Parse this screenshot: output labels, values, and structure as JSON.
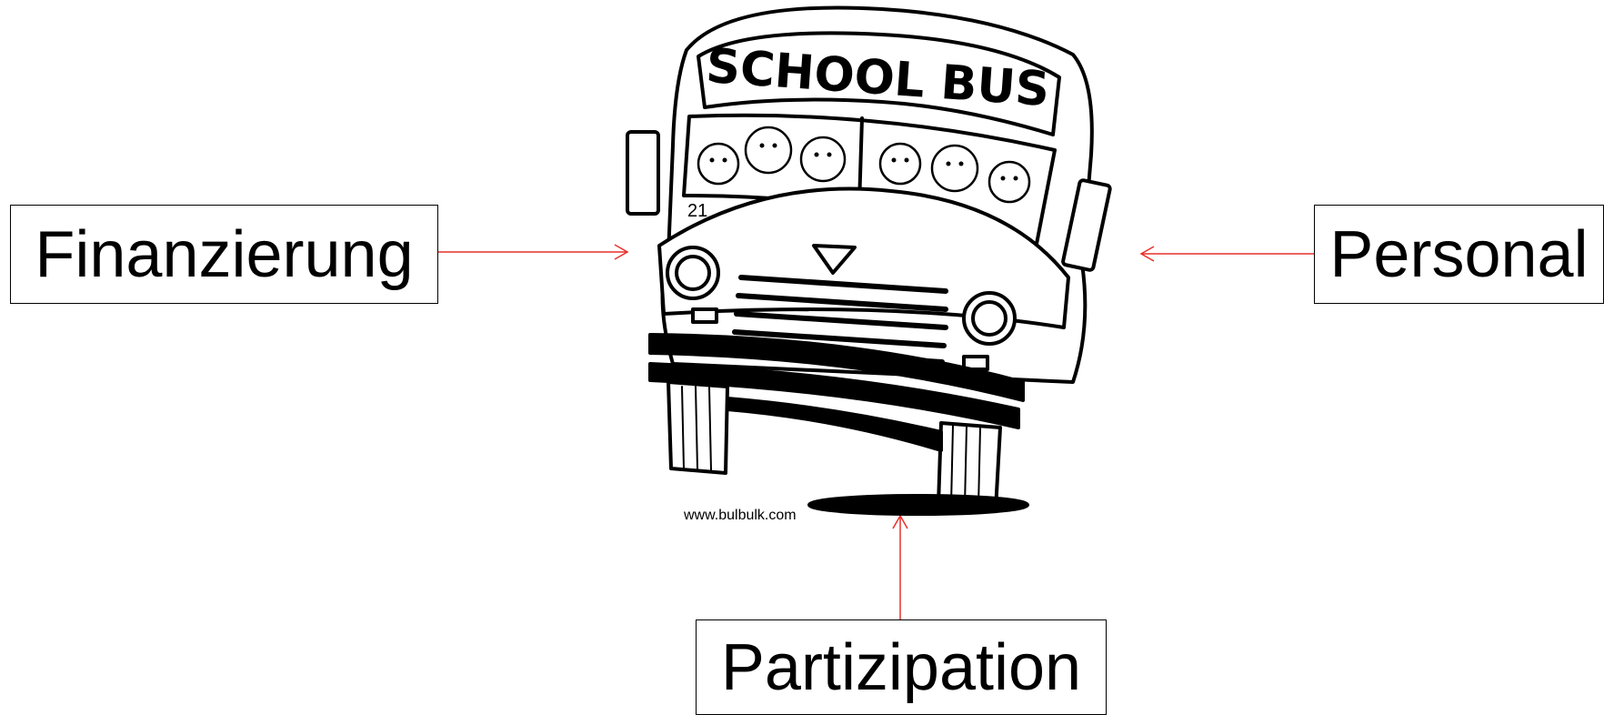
{
  "labels": {
    "left": "Finanzierung",
    "right": "Personal",
    "bottom": "Partizipation"
  },
  "illustration": {
    "sign_text": "SCHOOL BUS",
    "bus_number": "21",
    "watermark": "www.bulbulk.com"
  },
  "colors": {
    "arrow": "#e8302a",
    "outline": "#000000",
    "background": "#ffffff"
  }
}
